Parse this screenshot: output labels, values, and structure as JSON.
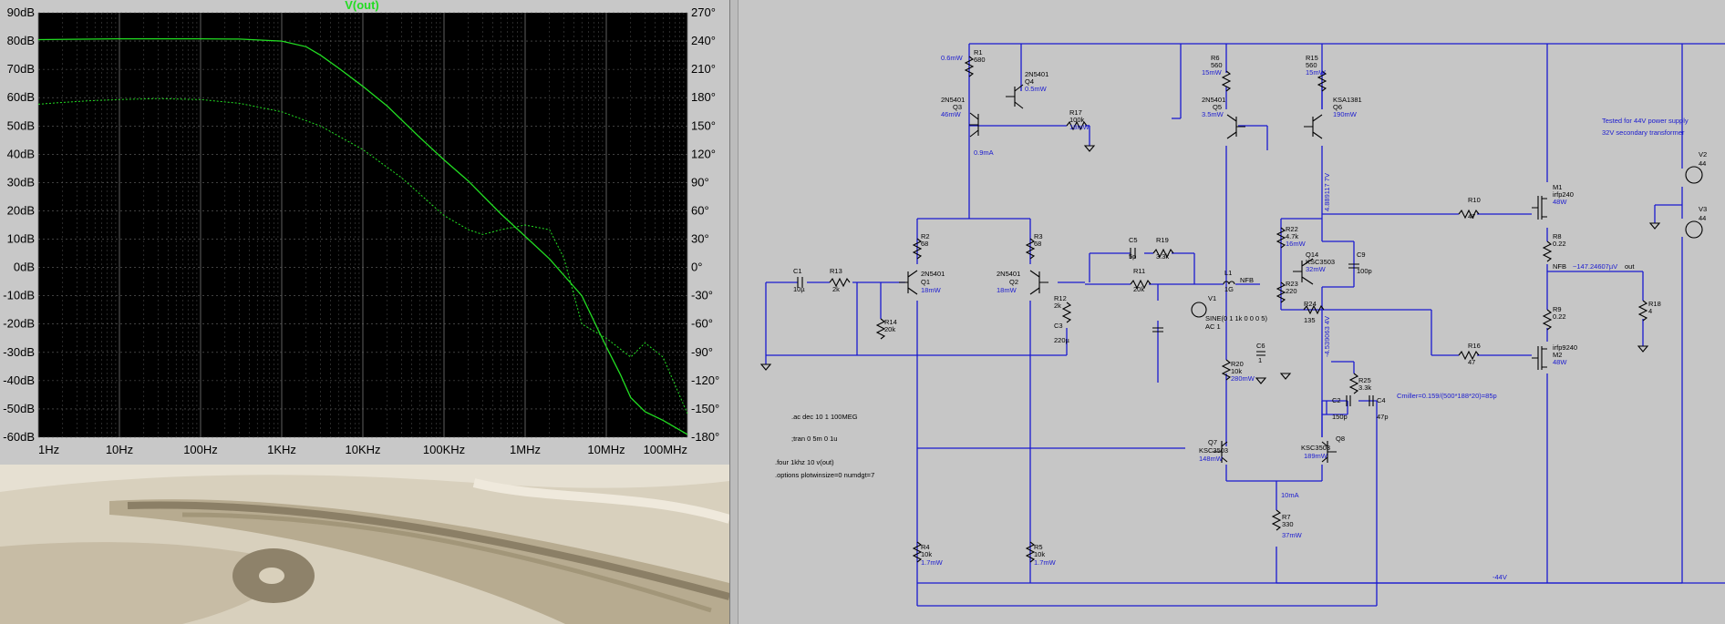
{
  "plot": {
    "title": "V(out)",
    "chart_data": {
      "type": "line",
      "title": "V(out)",
      "x_scale": "log",
      "x_ticks": [
        "1Hz",
        "10Hz",
        "100Hz",
        "1KHz",
        "10KHz",
        "100KHz",
        "1MHz",
        "10MHz",
        "100MHz"
      ],
      "x_tick_values": [
        1,
        10,
        100,
        1000,
        10000,
        100000,
        1000000,
        10000000,
        100000000
      ],
      "y_ticks_left": [
        "90dB",
        "80dB",
        "70dB",
        "60dB",
        "50dB",
        "40dB",
        "30dB",
        "20dB",
        "10dB",
        "0dB",
        "-10dB",
        "-20dB",
        "-30dB",
        "-40dB",
        "-50dB",
        "-60dB"
      ],
      "y_ticks_right": [
        "270°",
        "240°",
        "210°",
        "180°",
        "150°",
        "120°",
        "90°",
        "60°",
        "30°",
        "0°",
        "-30°",
        "-60°",
        "-90°",
        "-120°",
        "-150°",
        "-180°"
      ],
      "ylim": [
        -60,
        90
      ],
      "ylim_right": [
        -180,
        270
      ],
      "grid": true,
      "background": "#000000",
      "trace_color": "#22dd22",
      "series": [
        {
          "values_kind": "magnitude_db",
          "style": "solid",
          "x": [
            1,
            10,
            100,
            300,
            1000,
            2000,
            3000,
            5000,
            10000,
            20000,
            50000,
            100000,
            200000,
            500000,
            1000000,
            2000000,
            5000000,
            10000000,
            15000000,
            20000000,
            30000000,
            50000000,
            100000000
          ],
          "y": [
            80.5,
            80.8,
            80.8,
            80.7,
            80,
            78,
            75,
            70.5,
            64,
            57,
            46,
            38,
            30.5,
            19,
            11,
            3,
            -10,
            -28,
            -38,
            -46,
            -51,
            -54,
            -59
          ]
        },
        {
          "values_kind": "phase_deg",
          "style": "dashed",
          "x": [
            1,
            2,
            5,
            10,
            30,
            100,
            300,
            1000,
            3000,
            10000,
            30000,
            100000,
            200000,
            300000,
            500000,
            1000000,
            2000000,
            3000000,
            5000000,
            10000000,
            20000000,
            30000000,
            50000000,
            100000000
          ],
          "y": [
            173,
            175,
            177,
            178,
            179,
            178,
            174,
            165,
            150,
            125,
            95,
            55,
            40,
            35,
            40,
            45,
            40,
            10,
            -60,
            -75,
            -95,
            -80,
            -95,
            -155
          ]
        }
      ]
    }
  },
  "schematic": {
    "labels": {
      "r1": "R1",
      "r1v": "680",
      "r1p": "0.6mW",
      "q4": "2N5401",
      "q4n": "Q4",
      "q4p": "0.5mW",
      "q3": "2N5401",
      "q3n": "Q3",
      "q3p": "46mW",
      "r17": "R17",
      "r17v": "100k",
      "r17p": "18mW",
      "r6": "R6",
      "r6v": "560",
      "r6p": "15mW",
      "r15": "R15",
      "r15v": "560",
      "r15p": "15mW",
      "q5": "2N5401",
      "q5n": "Q5",
      "q5p": "3.5mW",
      "q6": "KSA1381",
      "q6n": "Q6",
      "q6p": "190mW",
      "tested1": "Tested for 44V power supply",
      "tested2": "32V secondary transformer",
      "v2": "V2",
      "v2v": "44",
      "v3": "V3",
      "v3v": "44",
      "i09": "0.9mA",
      "vq": "4.889117 7V",
      "r10": "R10",
      "r10v": "47",
      "m1": "M1",
      "m1t": "irfp240",
      "m1p": "48W",
      "r8": "R8",
      "r8v": "0.22",
      "r2": "R2",
      "r2v": "68",
      "r3": "R3",
      "r3v": "68",
      "c5": "C5",
      "c5v": "5p",
      "r19": "R19",
      "r19v": "3.3k",
      "r22": "R22",
      "r22v": "4.7k",
      "r22p": "16mW",
      "q14": "Q14",
      "q14t": "KSC3503",
      "q14p": "32mW",
      "c9": "C9",
      "c9v": "100p",
      "nfb": "NFB",
      "nfbv": "~147.24607µV",
      "out": "out",
      "c1": "C1",
      "c1v": "10µ",
      "r13": "R13",
      "r13v": "2k",
      "q1": "2N5401",
      "q1n": "Q1",
      "q1p": "18mW",
      "q2": "2N5401",
      "q2n": "Q2",
      "q2p": "18mW",
      "r11": "R11",
      "r11v": "20k",
      "l1": "L1",
      "l1v": "1G",
      "nfb2": "NFB",
      "r23": "R23",
      "r23v": "220",
      "r14": "R14",
      "r14v": "20k",
      "r12": "R12",
      "r12v": "2k",
      "v1": "V1",
      "v1s": "SINE(0 1 1k 0 0 0 5)",
      "v1a": "AC 1",
      "r24": "R24",
      "r24v": "135",
      "r9": "R9",
      "r9v": "0.22",
      "r18": "R18",
      "r18v": "4",
      "c3": "C3",
      "c3v": "220µ",
      "c6": "C6",
      "c6v": "1",
      "vn": "-4.539063 4V",
      "r16": "R16",
      "r16v": "47",
      "m2": "M2",
      "m2t": "irfp9240",
      "m2p": "48W",
      "r20": "R20",
      "r20v": "10k",
      "r20p": "280mW",
      "r25": "R25",
      "r25v": "3.3k",
      "c2": "C2",
      "c2v": "150p",
      "c4": "C4",
      "c4v": "47p",
      "cmiller": "Cmiller=0.159/(500*188*20)=85p",
      "ac": ".ac dec 10 1 100MEG",
      "tran": ";tran 0 5m 0 1u",
      "four": ".four 1khz 10 v(out)",
      "opts": ".options plotwinsize=0 numdgt=7",
      "q7": "Q7",
      "q7t": "KSC3503",
      "q7p": "148mW",
      "q8": "Q8",
      "q8t": "KSC3503",
      "q8p": "189mW",
      "i10": "10mA",
      "r7": "R7",
      "r7v": "330",
      "r7p": "37mW",
      "r4": "R4",
      "r4v": "10k",
      "r4p": "1.7mW",
      "r5": "R5",
      "r5v": "10k",
      "r5p": "1.7mW",
      "vm44": "-44V"
    }
  },
  "colors": {
    "wire": "#1a1ad0",
    "trace": "#22dd22",
    "plot_bg": "#000000",
    "canvas": "#c6c6c6"
  }
}
